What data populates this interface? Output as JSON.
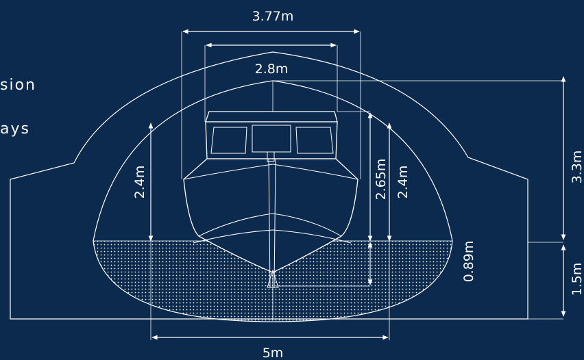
{
  "side_text": {
    "line1": "sion",
    "line2": "ays"
  },
  "dimensions": {
    "top_width": "3.77m",
    "inner_width": "2.8m",
    "base_width": "5m",
    "left_height": "2.4m",
    "center_height": "2.65m",
    "right_height": "2.4m",
    "draft": "0.89m",
    "total_height": "3.3m",
    "water_depth": "1.5m"
  },
  "colors": {
    "background": "#0b2a4d",
    "line": "#ffffff"
  }
}
